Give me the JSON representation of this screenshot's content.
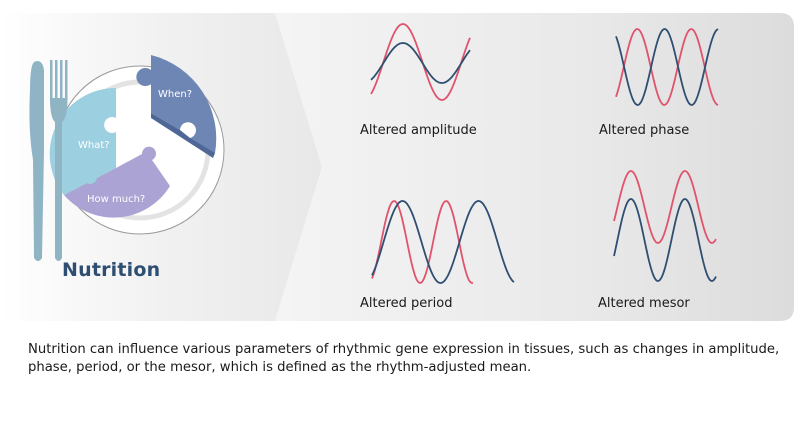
{
  "nutrition": {
    "title": "Nutrition",
    "puzzle": {
      "what": "What?",
      "when": "When?",
      "how_much": "How much?"
    }
  },
  "panels": [
    {
      "label": "Altered amplitude",
      "type": "amplitude"
    },
    {
      "label": "Altered phase",
      "type": "phase"
    },
    {
      "label": "Altered period",
      "type": "period"
    },
    {
      "label": "Altered mesor",
      "type": "mesor"
    }
  ],
  "caption": "Nutrition can influence various parameters of rhythmic gene expression in tissues, such as changes in amplitude, phase, period, or the mesor, which is defined as the rhythm-adjusted mean.",
  "colors": {
    "red": "#e0536c",
    "blue": "#2e4e72",
    "what": "#9ccfe0",
    "when": "#6e86b4",
    "how_much": "#aaa3d4",
    "cutlery": "#8fb5c4",
    "title": "#2e4e72"
  }
}
